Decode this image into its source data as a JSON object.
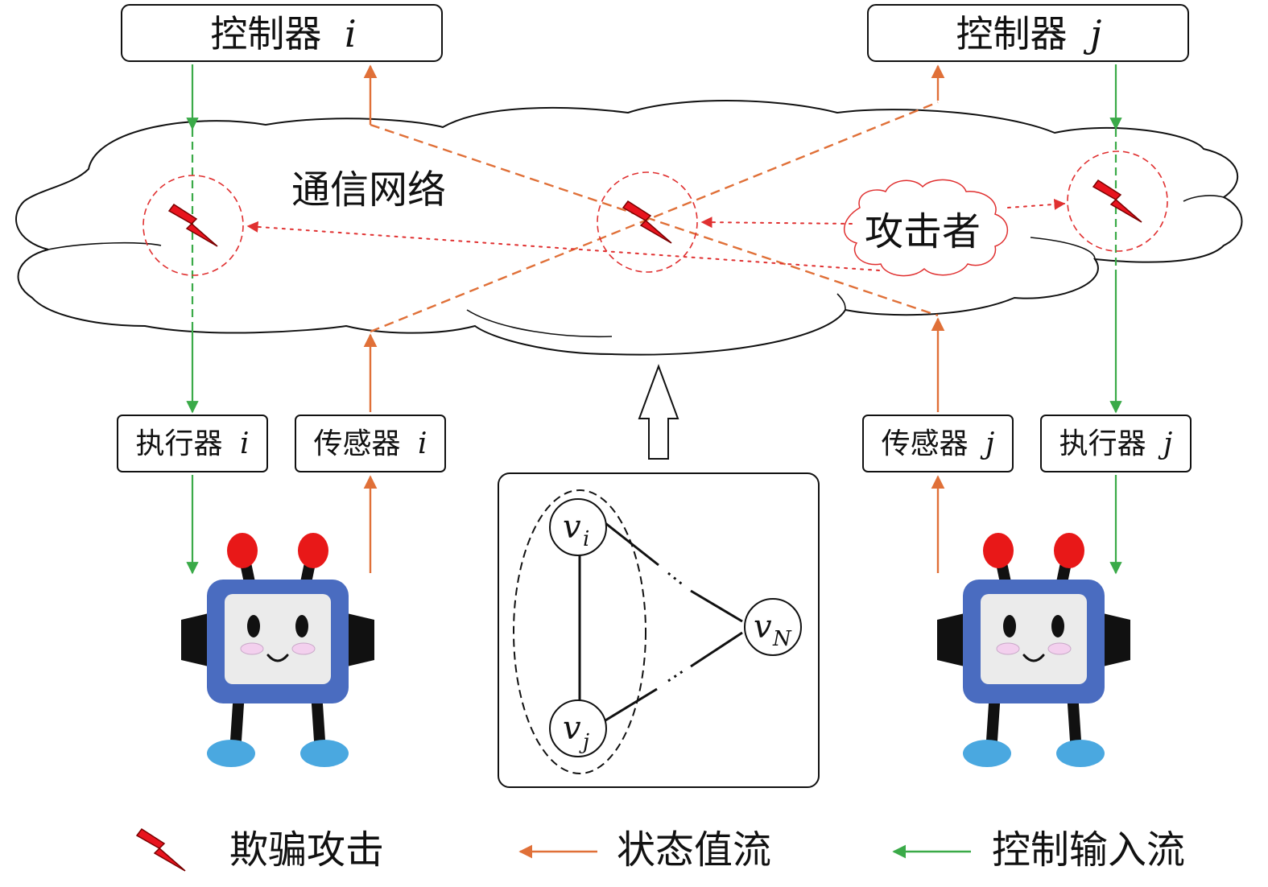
{
  "controllers": {
    "i": {
      "label": "控制器",
      "var": "i"
    },
    "j": {
      "label": "控制器",
      "var": "j"
    }
  },
  "actuators": {
    "i": {
      "label": "执行器",
      "var": "i"
    },
    "j": {
      "label": "执行器",
      "var": "j"
    }
  },
  "sensors": {
    "i": {
      "label": "传感器",
      "var": "i"
    },
    "j": {
      "label": "传感器",
      "var": "j"
    }
  },
  "network": {
    "label": "通信网络"
  },
  "attacker": {
    "label": "攻击者"
  },
  "graph": {
    "nodes": [
      {
        "id": "vi",
        "base": "v",
        "sub": "i"
      },
      {
        "id": "vj",
        "base": "v",
        "sub": "j"
      },
      {
        "id": "vN",
        "base": "v",
        "sub": "N"
      }
    ]
  },
  "legend": {
    "spoofing": "欺骗攻击",
    "state_flow": "状态值流",
    "control_flow": "控制输入流"
  },
  "colors": {
    "state_flow": "#e07038",
    "control_flow": "#3aaa48",
    "attack": "#e03030",
    "attack_lightning": "#e8141e",
    "robot_body": "#4a6cc0",
    "robot_face": "#ebebeb",
    "robot_antenna_tip": "#e81818",
    "robot_foot": "#4aa8e0",
    "robot_cheek": "#f3d0ee"
  },
  "icons": [
    "lightning-icon",
    "robot-icon",
    "hollow-up-arrow-icon"
  ]
}
